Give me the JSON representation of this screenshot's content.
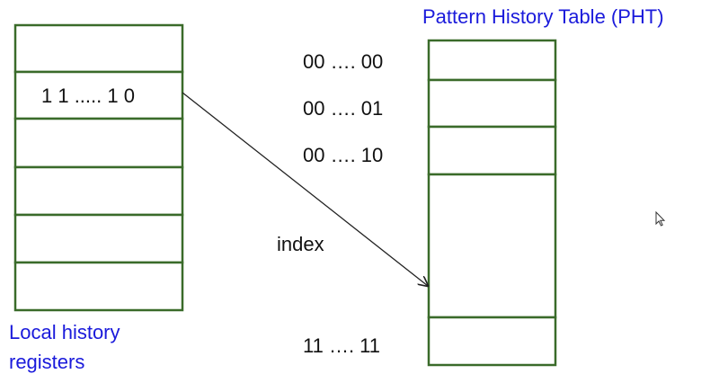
{
  "pht": {
    "title": "Pattern History Table (PHT)",
    "index_labels": [
      "00 …. 00",
      "00 …. 01",
      "00 …. 10",
      "11 ….  11"
    ]
  },
  "local_history": {
    "label_line1": "Local history",
    "label_line2": "registers",
    "entry_value": "1 1 ..... 1 0"
  },
  "arrow": {
    "label": "index"
  },
  "colors": {
    "box_stroke": "#3a6b2a",
    "label_blue": "#1a1adb",
    "text": "#111111"
  },
  "icons": {
    "cursor": "mouse-pointer-icon"
  }
}
